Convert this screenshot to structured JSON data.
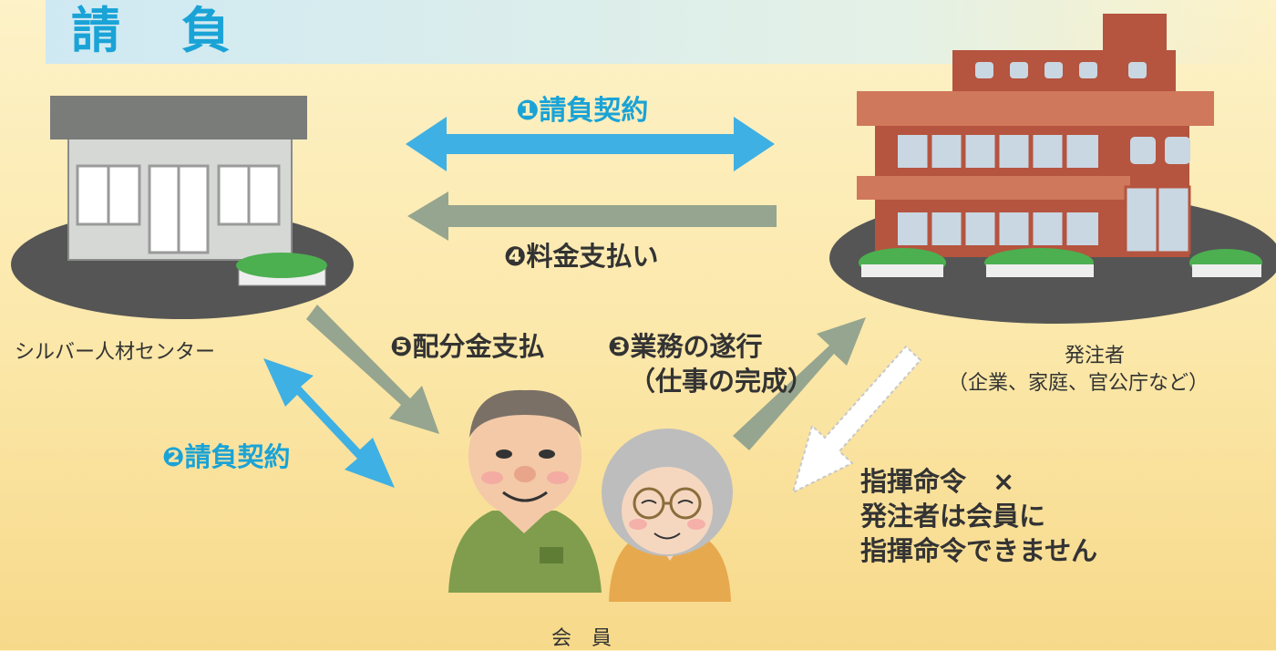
{
  "title": "請 負",
  "labels": {
    "contract1": "❶請負契約",
    "payment": "❹料金支払い",
    "distribution": "❺配分金支払",
    "work_line1": "❸業務の遂行",
    "work_line2": "（仕事の完成）",
    "contract2": "❷請負契約",
    "center": "シルバー人材センター",
    "client_line1": "発注者",
    "client_line2": "（企業、家庭、官公庁など）",
    "member": "会　員",
    "command_line1": "指揮命令　×",
    "command_line2": "発注者は会員に",
    "command_line3": "指揮命令できません"
  },
  "colors": {
    "accent_blue": "#1aa3d6",
    "arrow_gray": "#96a58f",
    "brick": "#b5543f",
    "ground": "#555555"
  }
}
